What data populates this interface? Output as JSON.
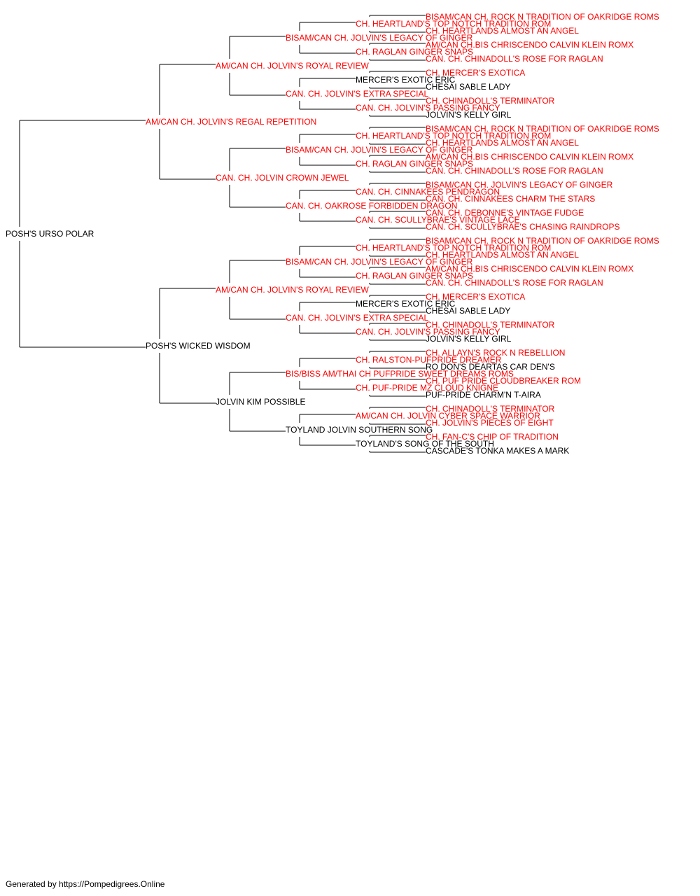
{
  "colors": {
    "champion": "#ff0000",
    "regular": "#000000",
    "line": "#000000"
  },
  "footer": "Generated by https://Pompedigrees.Online",
  "pedigree": {
    "name": "POSH'S URSO POLAR",
    "ch": false,
    "sire": {
      "name": "AM/CAN CH. JOLVIN'S REGAL REPETITION",
      "ch": true,
      "sire": {
        "name": "AM/CAN CH. JOLVIN'S ROYAL REVIEW",
        "ch": true,
        "sire": {
          "name": "BISAM/CAN CH. JOLVIN'S LEGACY OF GINGER",
          "ch": true,
          "sire": {
            "name": "CH. HEARTLAND'S TOP NOTCH TRADITION ROM",
            "ch": true,
            "sire": {
              "name": "BISAM/CAN CH. ROCK N TRADITION OF OAKRIDGE ROMS",
              "ch": true
            },
            "dam": {
              "name": "CH. HEARTLANDS ALMOST AN ANGEL",
              "ch": true
            }
          },
          "dam": {
            "name": "CH. RAGLAN GINGER SNAPS",
            "ch": true,
            "sire": {
              "name": "AM/CAN CH.BIS CHRISCENDO CALVIN KLEIN ROMX",
              "ch": true
            },
            "dam": {
              "name": "CAN. CH. CHINADOLL'S ROSE FOR RAGLAN",
              "ch": true
            }
          }
        },
        "dam": {
          "name": "CAN. CH. JOLVIN'S EXTRA SPECIAL",
          "ch": true,
          "sire": {
            "name": "MERCER'S EXOTIC ERIC",
            "ch": false,
            "sire": {
              "name": "CH. MERCER'S EXOTICA",
              "ch": true
            },
            "dam": {
              "name": "CHESAI SABLE LADY",
              "ch": false
            }
          },
          "dam": {
            "name": "CAN. CH. JOLVIN'S PASSING FANCY",
            "ch": true,
            "sire": {
              "name": "CH. CHINADOLL'S TERMINATOR",
              "ch": true
            },
            "dam": {
              "name": "JOLVIN'S KELLY GIRL",
              "ch": false
            }
          }
        }
      },
      "dam": {
        "name": "CAN. CH. JOLVIN CROWN JEWEL",
        "ch": true,
        "sire": {
          "name": "BISAM/CAN CH. JOLVIN'S LEGACY OF GINGER",
          "ch": true,
          "sire": {
            "name": "CH. HEARTLAND'S TOP NOTCH TRADITION ROM",
            "ch": true,
            "sire": {
              "name": "BISAM/CAN CH. ROCK N TRADITION OF OAKRIDGE ROMS",
              "ch": true
            },
            "dam": {
              "name": "CH. HEARTLANDS ALMOST AN ANGEL",
              "ch": true
            }
          },
          "dam": {
            "name": "CH. RAGLAN GINGER SNAPS",
            "ch": true,
            "sire": {
              "name": "AM/CAN CH.BIS CHRISCENDO CALVIN KLEIN ROMX",
              "ch": true
            },
            "dam": {
              "name": "CAN. CH. CHINADOLL'S ROSE FOR RAGLAN",
              "ch": true
            }
          }
        },
        "dam": {
          "name": "CAN. CH. OAKROSE FORBIDDEN DRAGON",
          "ch": true,
          "sire": {
            "name": "CAN. CH. CINNAKEES PENDRAGON",
            "ch": true,
            "sire": {
              "name": "BISAM/CAN CH. JOLVIN'S LEGACY OF GINGER",
              "ch": true
            },
            "dam": {
              "name": "CAN. CH. CINNAKEES CHARM THE STARS",
              "ch": true
            }
          },
          "dam": {
            "name": "CAN. CH. SCULLYBRAE'S VINTAGE LACE",
            "ch": true,
            "sire": {
              "name": "CAN. CH. DEBONNE'S VINTAGE FUDGE",
              "ch": true
            },
            "dam": {
              "name": "CAN. CH. SCULLYBRAE'S CHASING RAINDROPS",
              "ch": true
            }
          }
        }
      }
    },
    "dam": {
      "name": "POSH'S WICKED WISDOM",
      "ch": false,
      "sire": {
        "name": "AM/CAN CH. JOLVIN'S ROYAL REVIEW",
        "ch": true,
        "sire": {
          "name": "BISAM/CAN CH. JOLVIN'S LEGACY OF GINGER",
          "ch": true,
          "sire": {
            "name": "CH. HEARTLAND'S TOP NOTCH TRADITION ROM",
            "ch": true,
            "sire": {
              "name": "BISAM/CAN CH. ROCK N TRADITION OF OAKRIDGE ROMS",
              "ch": true
            },
            "dam": {
              "name": "CH. HEARTLANDS ALMOST AN ANGEL",
              "ch": true
            }
          },
          "dam": {
            "name": "CH. RAGLAN GINGER SNAPS",
            "ch": true,
            "sire": {
              "name": "AM/CAN CH.BIS CHRISCENDO CALVIN KLEIN ROMX",
              "ch": true
            },
            "dam": {
              "name": "CAN. CH. CHINADOLL'S ROSE FOR RAGLAN",
              "ch": true
            }
          }
        },
        "dam": {
          "name": "CAN. CH. JOLVIN'S EXTRA SPECIAL",
          "ch": true,
          "sire": {
            "name": "MERCER'S EXOTIC ERIC",
            "ch": false,
            "sire": {
              "name": "CH. MERCER'S EXOTICA",
              "ch": true
            },
            "dam": {
              "name": "CHESAI SABLE LADY",
              "ch": false
            }
          },
          "dam": {
            "name": "CAN. CH. JOLVIN'S PASSING FANCY",
            "ch": true,
            "sire": {
              "name": "CH. CHINADOLL'S TERMINATOR",
              "ch": true
            },
            "dam": {
              "name": "JOLVIN'S KELLY GIRL",
              "ch": false
            }
          }
        }
      },
      "dam": {
        "name": "JOLVIN KIM POSSIBLE",
        "ch": false,
        "sire": {
          "name": "BIS/BISS AM/THAI CH PUFPRIDE SWEET DREAMS ROMS",
          "ch": true,
          "sire": {
            "name": "CH. RALSTON-PUFPRIDE DREAMER",
            "ch": true,
            "sire": {
              "name": "CH. ALLAYN'S ROCK N REBELLION",
              "ch": true
            },
            "dam": {
              "name": "RO DON'S DEARTAS CAR DEN'S",
              "ch": false
            }
          },
          "dam": {
            "name": "CH. PUF-PRIDE MZ CLOUD KNIGNE",
            "ch": true,
            "sire": {
              "name": "CH. PUF PRIDE CLOUDBREAKER ROM",
              "ch": true
            },
            "dam": {
              "name": "PUF-PRIDE CHARM'N T-AIRA",
              "ch": false
            }
          }
        },
        "dam": {
          "name": "TOYLAND JOLVIN SOUTHERN SONG",
          "ch": false,
          "sire": {
            "name": "AM/CAN CH. JOLVIN CYBER SPACE WARRIOR",
            "ch": true,
            "sire": {
              "name": "CH. CHINADOLL'S TERMINATOR",
              "ch": true
            },
            "dam": {
              "name": "CH. JOLVIN'S PIECES OF EIGHT",
              "ch": true
            }
          },
          "dam": {
            "name": "TOYLAND'S SONG OF THE SOUTH",
            "ch": false,
            "sire": {
              "name": "CH. FAN-C'S CHIP OF TRADITION",
              "ch": true
            },
            "dam": {
              "name": "CASCADE'S TONKA MAKES A MARK",
              "ch": false
            }
          }
        }
      }
    }
  }
}
